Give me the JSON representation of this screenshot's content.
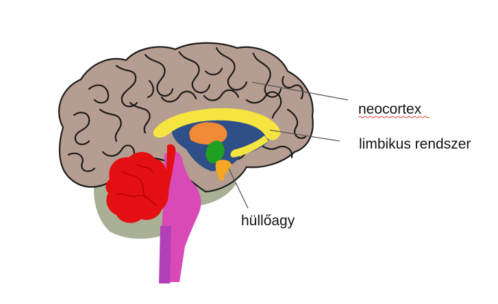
{
  "labels": {
    "neocortex": "neocortex",
    "limbic": "limbikus rendszer",
    "reptilian": "hüllőagy"
  },
  "colors": {
    "neocortex": "#b59d91",
    "neocortex_outline": "#1a1a1a",
    "base_gray": "#a9b096",
    "limbic_arc": "#f6e541",
    "thalamus": "#f08a37",
    "hippocampus": "#1fa020",
    "ventricle": "#2e4f88",
    "hypothalamus": "#f5a623",
    "cerebellum": "#e30f12",
    "brainstem": "#d94ab7",
    "lower_stem": "#b13fb6",
    "leader_line": "#555555",
    "spellcheck_underline": "#e53935"
  }
}
